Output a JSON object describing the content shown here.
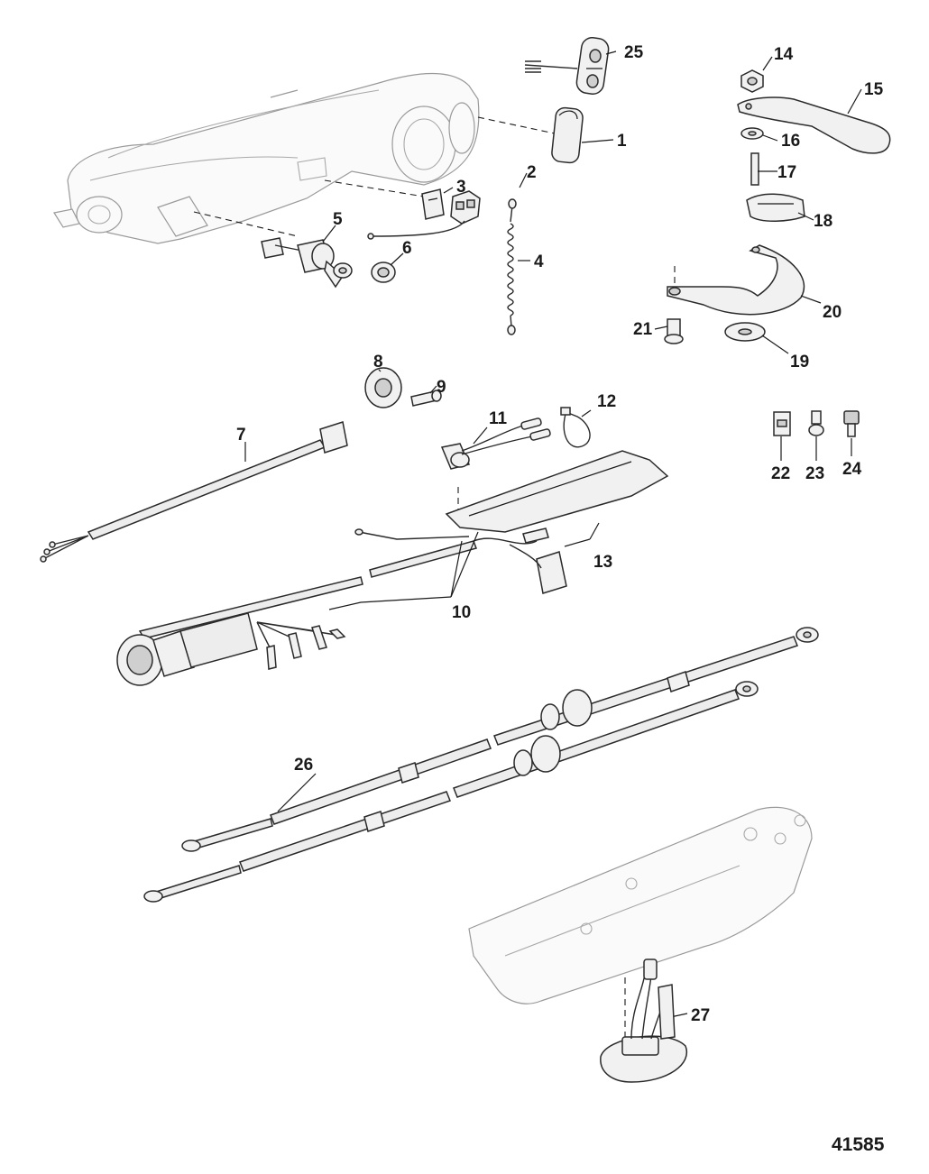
{
  "diagram": {
    "figure_number": "41585",
    "callouts": [
      {
        "id": "c1",
        "label": "1"
      },
      {
        "id": "c2",
        "label": "2"
      },
      {
        "id": "c3",
        "label": "3"
      },
      {
        "id": "c4",
        "label": "4"
      },
      {
        "id": "c5",
        "label": "5"
      },
      {
        "id": "c6",
        "label": "6"
      },
      {
        "id": "c7",
        "label": "7"
      },
      {
        "id": "c8",
        "label": "8"
      },
      {
        "id": "c9",
        "label": "9"
      },
      {
        "id": "c10",
        "label": "10"
      },
      {
        "id": "c11",
        "label": "11"
      },
      {
        "id": "c12",
        "label": "12"
      },
      {
        "id": "c13",
        "label": "13"
      },
      {
        "id": "c14",
        "label": "14"
      },
      {
        "id": "c15",
        "label": "15"
      },
      {
        "id": "c16",
        "label": "16"
      },
      {
        "id": "c17",
        "label": "17"
      },
      {
        "id": "c18",
        "label": "18"
      },
      {
        "id": "c19",
        "label": "19"
      },
      {
        "id": "c20",
        "label": "20"
      },
      {
        "id": "c21",
        "label": "21"
      },
      {
        "id": "c22",
        "label": "22"
      },
      {
        "id": "c23",
        "label": "23"
      },
      {
        "id": "c24",
        "label": "24"
      },
      {
        "id": "c25",
        "label": "25"
      },
      {
        "id": "c26",
        "label": "26"
      },
      {
        "id": "c27",
        "label": "27"
      }
    ]
  }
}
